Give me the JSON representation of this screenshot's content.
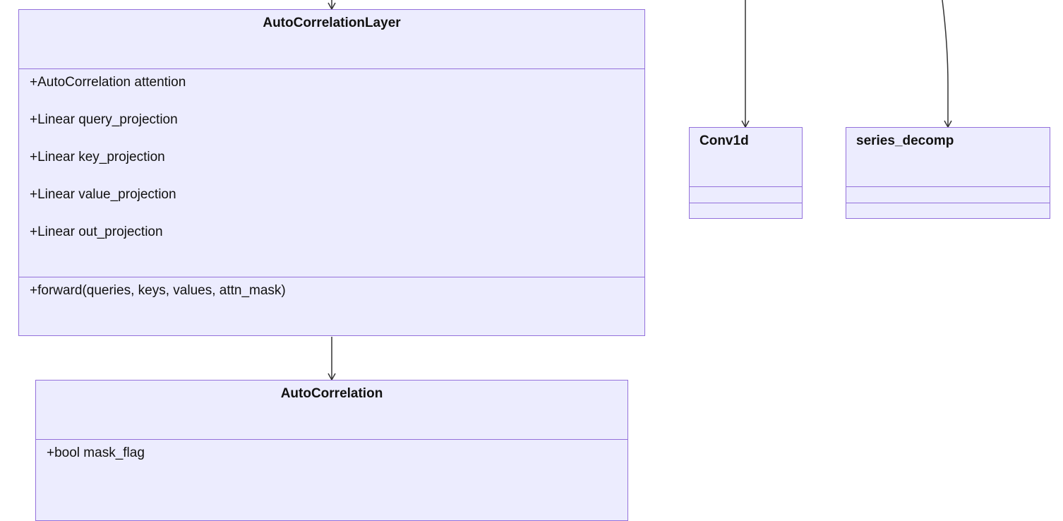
{
  "diagram": {
    "classes": {
      "autocorrelation_layer": {
        "name": "AutoCorrelationLayer",
        "attributes": [
          "+AutoCorrelation attention",
          "+Linear query_projection",
          "+Linear key_projection",
          "+Linear value_projection",
          "+Linear out_projection"
        ],
        "methods": [
          "+forward(queries, keys, values, attn_mask)"
        ]
      },
      "conv1d": {
        "name": "Conv1d",
        "attributes": [],
        "methods": []
      },
      "series_decomp": {
        "name": "series_decomp",
        "attributes": [],
        "methods": []
      },
      "autocorrelation": {
        "name": "AutoCorrelation",
        "attributes": [
          "+bool mask_flag"
        ],
        "methods": []
      }
    },
    "relations": [
      {
        "from": "(above)",
        "to": "AutoCorrelationLayer"
      },
      {
        "from": "(above)",
        "to": "Conv1d"
      },
      {
        "from": "(above)",
        "to": "series_decomp"
      },
      {
        "from": "AutoCorrelationLayer",
        "to": "AutoCorrelation"
      }
    ],
    "colors": {
      "fill": "#ececfe",
      "border": "#9370db",
      "edge": "#333333"
    }
  }
}
